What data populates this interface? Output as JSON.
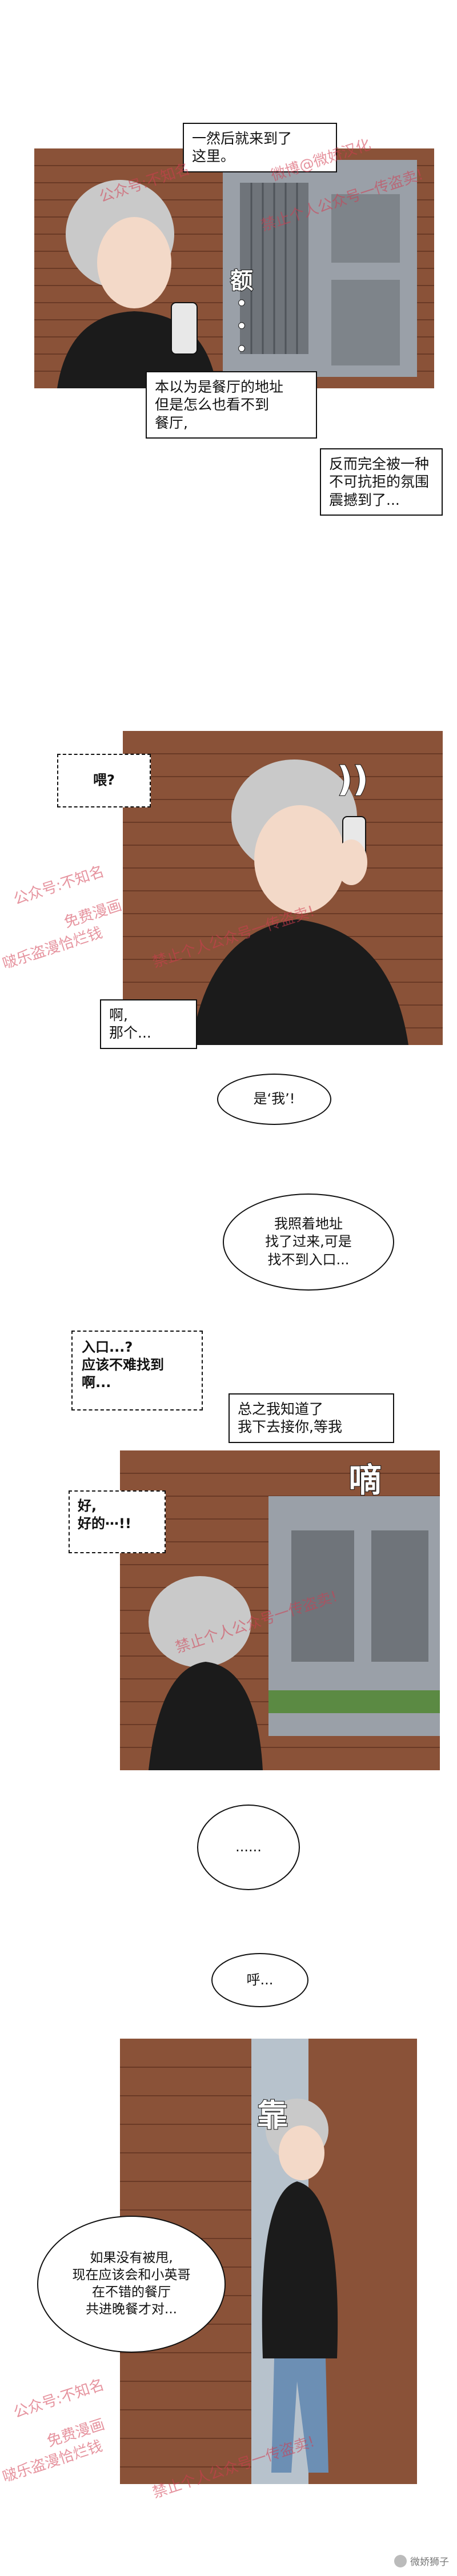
{
  "panel1": {
    "caption_top": "一然后就来到了\n这里。",
    "sfx": "额・・・",
    "caption_left": "本以为是餐厅的地址\n但是怎么也看不到\n餐厅,",
    "caption_right": "反而完全被一种\n不可抗拒的氛围\n震撼到了..."
  },
  "panel2": {
    "bubble_hello": "喂?",
    "bubble_ah": "啊,\n那个...",
    "bubble_me": "是‘我’!"
  },
  "panel3": {
    "bubble_address": "我照着地址\n找了过来,可是\n找不到入口...",
    "bubble_entrance": "入口...?\n应该不难找到\n啊...",
    "bubble_pickup": "总之我知道了\n我下去接你,等我",
    "sfx_beep": "嘀",
    "bubble_ok": "好,\n好的⋯!!"
  },
  "panel4": {
    "bubble_dots": "......"
  },
  "panel5": {
    "bubble_sigh": "呼...",
    "sfx_lean": "靠",
    "bubble_thought": "如果没有被甩,\n现在应该会和小英哥\n在不错的餐厅\n共进晚餐才对..."
  },
  "watermarks": {
    "line1": "公众号:不知名",
    "line2": "微博@微娇汉化",
    "line3": "禁止个人公众号一传盗卖!",
    "line4": "免费漫画",
    "line5": "啵乐盗漫恰烂钱"
  },
  "logo_text": "微娇狮子",
  "colors": {
    "brick": "#8a5238",
    "wall": "#9aa0a8",
    "hair": "#c9c9c9",
    "shirt": "#1b1b1b",
    "sky": "#b7c2cc"
  }
}
